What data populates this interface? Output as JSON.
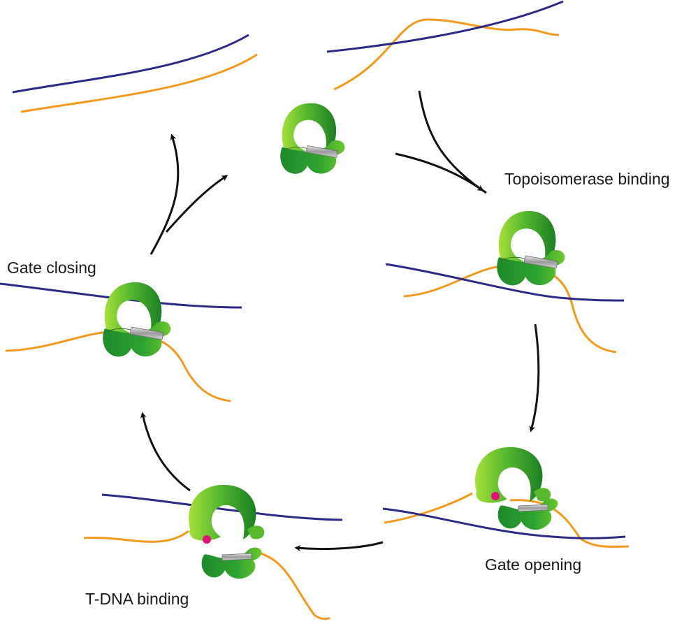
{
  "labels": {
    "topoisomerase_binding": "Topoisomerase binding",
    "gate_opening": "Gate opening",
    "t_dna_binding": "T-DNA binding",
    "gate_closing": "Gate closing"
  },
  "colors": {
    "g_segment_dna": "#f39a1c",
    "t_segment_dna": "#2c2a86",
    "enzyme_dark": "#1f8f2a",
    "enzyme_light": "#8ed52a",
    "tyrosine_marker": "#e0127a",
    "gate_helix": "#b9b9b9",
    "arrow": "#111111"
  },
  "icons": {
    "enzyme": "topoisomerase-enzyme-icon",
    "cleavage_site": "cleavage-site-dot-icon",
    "cycle_arrow": "cycle-arrow-icon"
  }
}
